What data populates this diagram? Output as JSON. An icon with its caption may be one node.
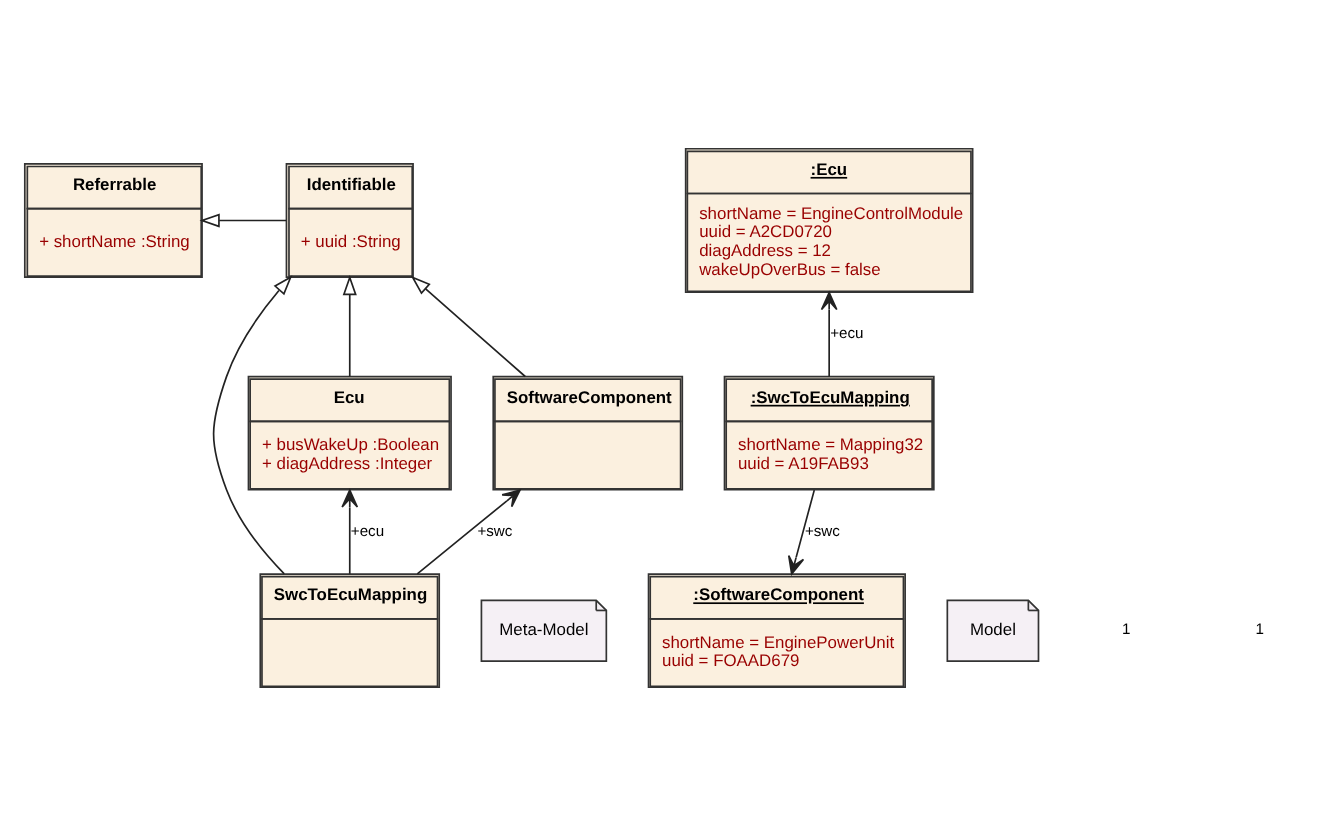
{
  "diagram": {
    "nodes": [
      {
        "text": [
          "Referrable",
          "+ shortName :String"
        ]
      },
      {
        "text": [
          "Identifiable",
          "+ uuid :String"
        ]
      },
      {
        "text": [
          "Ecu",
          "+ busWakeUp :Boolean",
          "+ diagAddress :Integer"
        ]
      },
      {
        "text": [
          "SoftwareComponent"
        ]
      },
      {
        "text": [
          "SwcToEcuMapping"
        ]
      },
      {
        "text": [
          "Meta-Model"
        ]
      },
      {
        "text": [
          ":Ecu",
          "shortName = EngineControlModule",
          "uuid = A2CD0720",
          "diagAddress = 12",
          "wakeUpOverBus = false"
        ]
      },
      {
        "text": [
          ":SwcToEcuMapping",
          "shortName = Mapping32",
          "uuid = A19FAB93"
        ]
      },
      {
        "text": [
          "Model"
        ]
      },
      {
        "text": [
          ":SoftwareComponent",
          "shortName = EnginePowerUnit",
          "uuid = FOAAD679"
        ]
      }
    ],
    "edges": [
      {
        "from": 1,
        "to": 0,
        "arrow": "to"
      },
      {
        "from": 2,
        "to": 1,
        "arrow": "to"
      },
      {
        "from": 4,
        "to": 1,
        "arrow": "to"
      },
      {
        "from": 3,
        "to": 1,
        "arrow": "to"
      },
      {
        "from": 4,
        "to": 2,
        "arrow": "to",
        "label": "+ecu"
      },
      {
        "from": 4,
        "to": 3,
        "arrow": "to",
        "label": "+swc"
      },
      {
        "from": 7,
        "to": 6,
        "arrow": "to",
        "label": "+ecu"
      },
      {
        "from": 7,
        "to": 9,
        "arrow": "to",
        "label": "+swc"
      }
    ],
    "labels": [
      "1",
      "1"
    ]
  }
}
